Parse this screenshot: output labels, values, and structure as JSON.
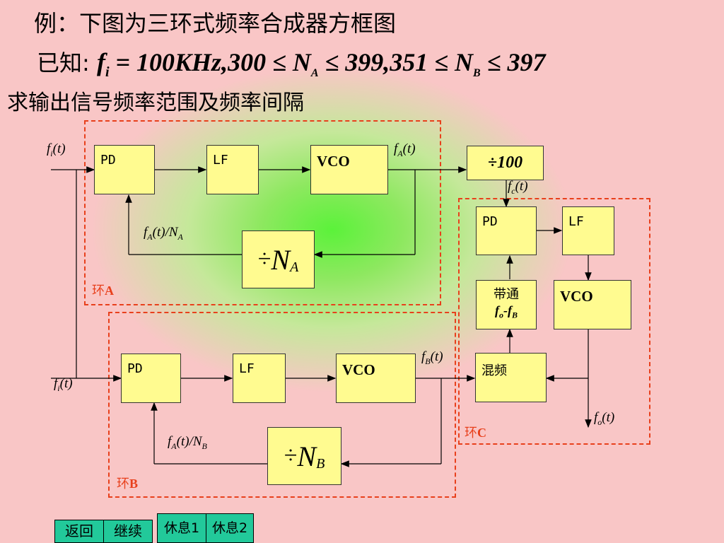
{
  "title": "例：下图为三环式频率合成器方框图",
  "given": {
    "prefix": "已知:",
    "fi_value": "= 100",
    "khz": "KHz",
    "na_range_lo": ",300 ≤",
    "na_range_hi": "≤ 399,351 ≤",
    "nb_range_hi": "≤ 397"
  },
  "question": "求输出信号频率范围及频率间隔",
  "loops": {
    "a": {
      "cn": "环",
      "letter": "A"
    },
    "b": {
      "cn": "环",
      "letter": "B"
    },
    "c": {
      "cn": "环",
      "letter": "C"
    }
  },
  "blocks": {
    "pd": "PD",
    "lf": "LF",
    "vco": "VCO",
    "div100": "÷100",
    "divide_sign": "÷",
    "na_letter": "N",
    "na_sub": "A",
    "nb_letter": "N",
    "nb_sub": "B",
    "bandpass_cn": "带通",
    "bandpass_fo": "f",
    "bandpass_o": "o",
    "bandpass_dash": "-f",
    "bandpass_b": "B",
    "mixer": "混频"
  },
  "signals": {
    "f": "f",
    "t": "(t)",
    "i": "i",
    "a": "A",
    "b": "B",
    "c": "c",
    "o": "o",
    "slash_n": "/N"
  },
  "nav": {
    "back": "返回",
    "next": "继续",
    "rest1": "休息1",
    "rest2": "休息2"
  }
}
